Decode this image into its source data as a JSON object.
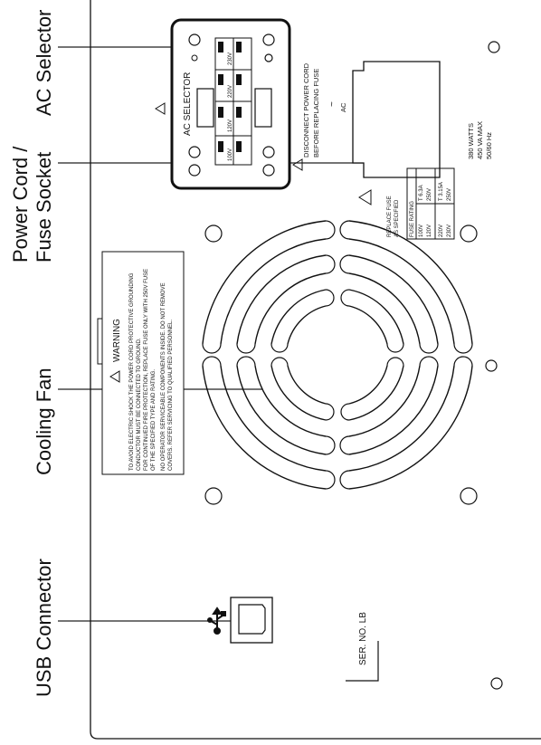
{
  "callouts": {
    "ac_selector": "AC Selector",
    "power_cord_line1": "Power Cord /",
    "power_cord_line2": "Fuse Socket",
    "cooling_fan": "Cooling Fan",
    "usb_connector": "USB Connector"
  },
  "ac_selector_panel": {
    "title": "AC SELECTOR",
    "voltages": [
      "100V",
      "120V",
      "220V",
      "230V"
    ]
  },
  "disconnect_notice": {
    "line1": "DISCONNECT POWER CORD",
    "line2": "BEFORE REPLACING FUSE"
  },
  "power_socket": {
    "ac_symbol": "~",
    "ac_label": "AC"
  },
  "power_rating": {
    "line1": "380  WATTS",
    "line2": "450  VA MAX",
    "line3": "50/60 Hz"
  },
  "fuse_label": {
    "line1": "REPLACE FUSE",
    "line2": "AS SPECIFIED",
    "table_header": "FUSE RATING",
    "rows": [
      {
        "voltage_a": "100V",
        "voltage_b": "120V",
        "rating_a": "T 6.3A",
        "rating_b": "250V"
      },
      {
        "voltage_a": "220V",
        "voltage_b": "230V",
        "rating_a": "T 3.15A",
        "rating_b": "250V"
      }
    ]
  },
  "warning_label": {
    "title": "WARNING",
    "lines": [
      "TO AVOID ELECTRIC SHOCK THE POWER CORD PROTECTIVE GROUNDING",
      "CONDUCTOR MUST BE CONNECTED TO GROUND.",
      "FOR CONTINUED FIRE PROTECTION, REPLACE FUSE ONLY WITH 250V FUSE",
      "OF THE SPECIFIED TYPE AND RATING.",
      "NO OPERATOR SERVICEABLE COMPONENTS INSIDE. DO NOT REMOVE",
      "COVERS. REFER SERVICING TO QUALIFIED PERSONNEL."
    ]
  },
  "serial_label": "SER. NO. LB",
  "colors": {
    "line": "#111111",
    "panel": "#ffffff",
    "leader": "#222222"
  }
}
